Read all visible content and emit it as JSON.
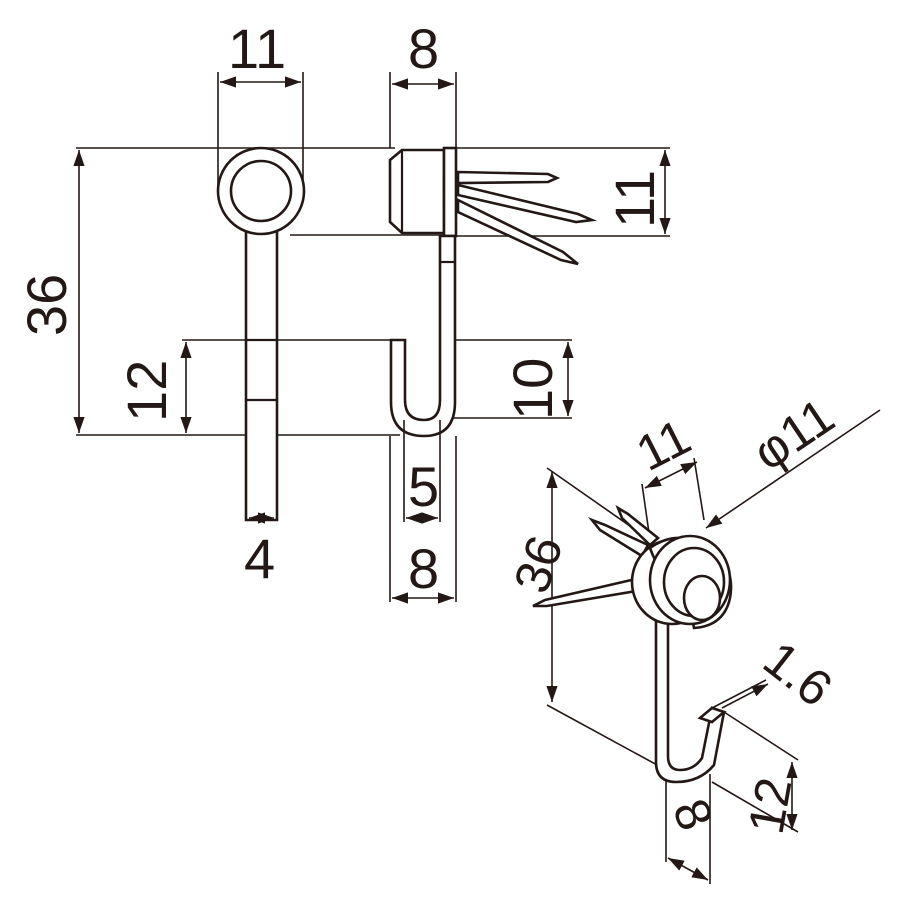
{
  "drawing": {
    "front_view": {
      "width_label": "11",
      "height_label": "36",
      "hook_height_label": "12",
      "wire_label": "4"
    },
    "side_view": {
      "width_label": "8",
      "head_height_label": "11",
      "hook_inner_label": "10",
      "gap_label": "5",
      "hook_width_label": "8"
    },
    "iso_view": {
      "width_label": "11",
      "diameter_label": "φ11",
      "height_label": "36",
      "wire_label": "1.6",
      "hook_height_label": "12",
      "hook_width_label": "8"
    }
  }
}
